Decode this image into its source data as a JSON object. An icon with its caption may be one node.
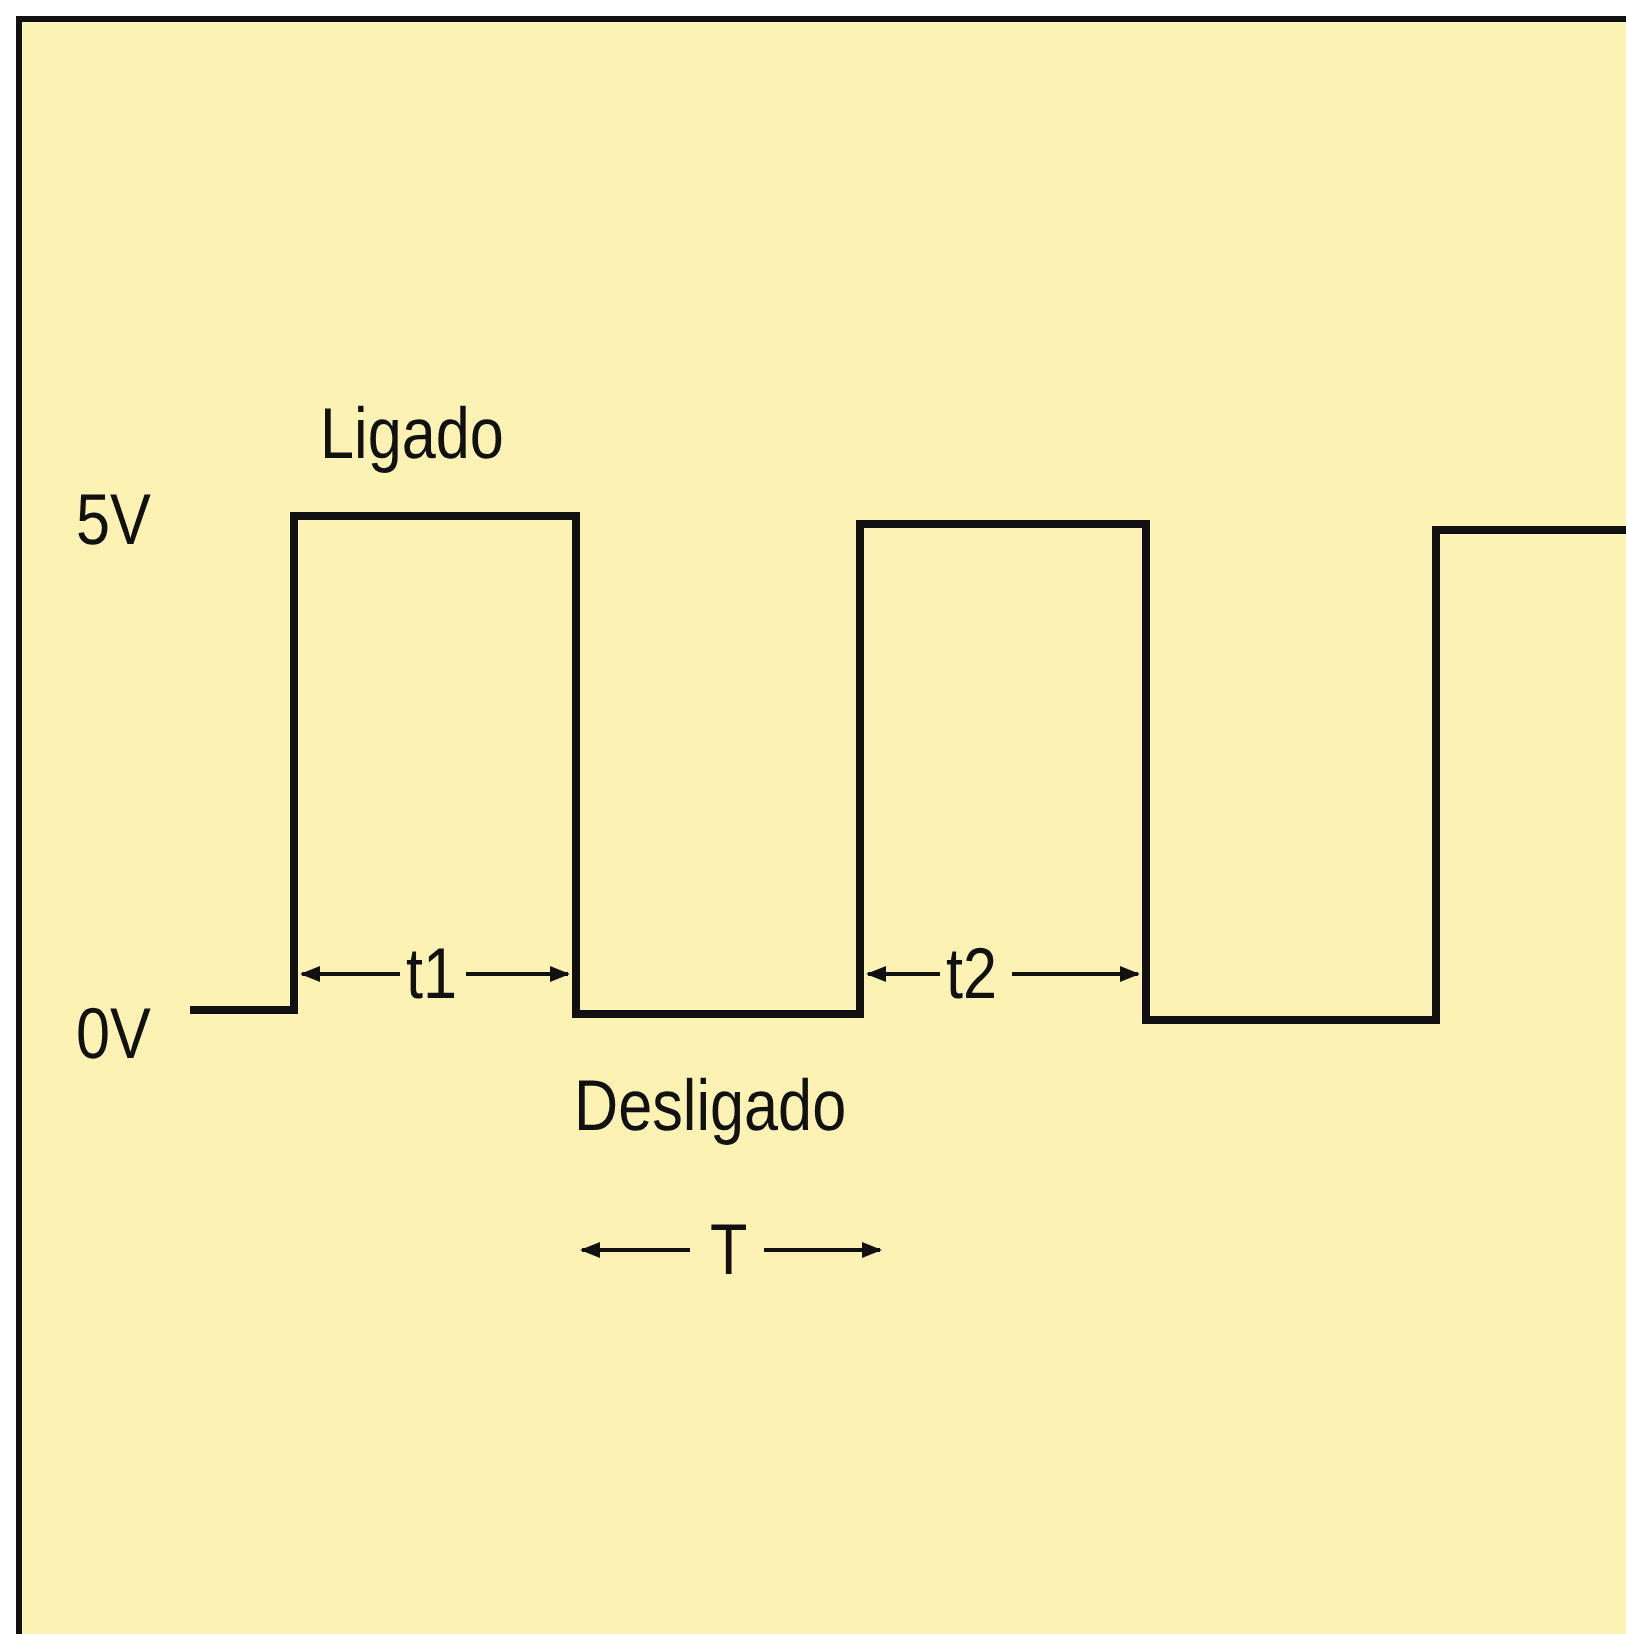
{
  "diagram": {
    "labels": [
      "Ligado",
      "5V",
      "0V",
      "t1",
      "t2",
      "Desligado",
      "T"
    ]
  }
}
